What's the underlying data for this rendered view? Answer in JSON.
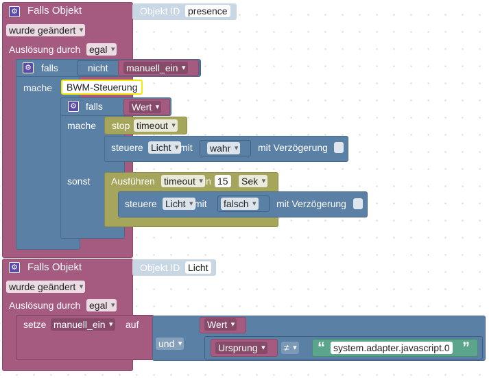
{
  "block1": {
    "title": "Falls Objekt",
    "object_label": "Objekt ID",
    "object_value": "presence",
    "change_dd": "wurde geändert",
    "trigger_label": "Auslösung durch",
    "trigger_dd": "egal",
    "if_label": "falls",
    "not_label": "nicht",
    "var_manual": "manuell_ein",
    "do_label": "mache",
    "comment": "BWM-Steuerung",
    "inner_if_label": "falls",
    "wert_dd": "Wert",
    "inner_do_label": "mache",
    "stop_label": "stop",
    "stop_dd": "timeout",
    "steuere_label": "steuere",
    "licht_dd": "Licht",
    "mit_label": "mit",
    "wahr_dd": "wahr",
    "delay_label": "mit Verzögerung",
    "else_label": "sonst",
    "exec_label": "Ausführen",
    "exec_dd": "timeout",
    "in_label": "in",
    "in_value": "15",
    "unit_dd": "Sek",
    "steuere2_label": "steuere",
    "licht2_dd": "Licht",
    "mit2_label": "mit",
    "falsch_dd": "falsch",
    "delay2_label": "mit Verzögerung"
  },
  "block2": {
    "title": "Falls Objekt",
    "object_label": "Objekt ID",
    "object_value": "Licht",
    "change_dd": "wurde geändert",
    "trigger_label": "Auslösung durch",
    "trigger_dd": "egal",
    "set_label": "setze",
    "var_manual": "manuell_ein",
    "auf_label": "auf",
    "wert_dd": "Wert",
    "und_dd": "und",
    "ursprung_dd": "Ursprung",
    "neq_dd": "≠",
    "quote_open": "“",
    "string_value": "system.adapter.javascript.0",
    "quote_close": "”"
  },
  "colors": {
    "event": "#a55b80",
    "control": "#5b80a5",
    "timeout": "#a5a55b",
    "string": "#5ba58c"
  },
  "icons": [
    "gear-icon",
    "dropdown-arrow-icon",
    "checkbox-icon"
  ]
}
